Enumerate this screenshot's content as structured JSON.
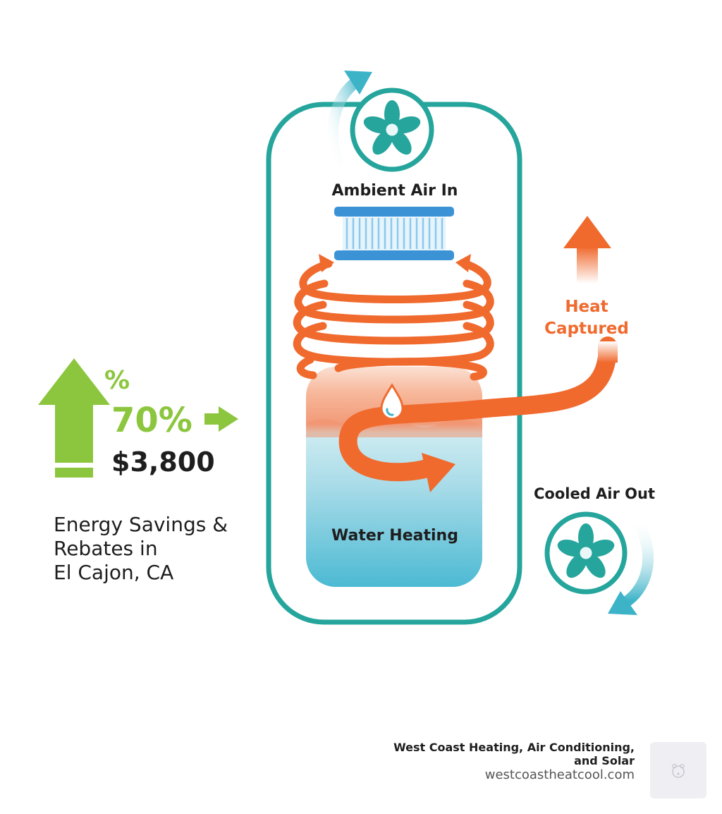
{
  "labels": {
    "ambient_air_in": "Ambient Air In",
    "heat_line1": "Heat",
    "heat_line2": "Captured",
    "cooled_air_out": "Cooled Air Out",
    "water_heating": "Water Heating"
  },
  "stats": {
    "percent_symbol": "%",
    "savings_percent": "70%",
    "rebate_amount": "$3,800",
    "caption_line1": "Energy Savings &",
    "caption_line2": "Rebates in",
    "caption_line3": "El Cajon, CA"
  },
  "footer": {
    "company": "West Coast Heating, Air Conditioning, and Solar",
    "website": "westcoastheatcool.com"
  },
  "colors": {
    "teal": "#25a59c",
    "orange": "#f06a2e",
    "green": "#8cc63e",
    "water": "#4cbad3",
    "filter": "#3b93d6"
  },
  "icons": {
    "top_fan": "fan-icon",
    "bottom_fan": "fan-icon",
    "water_drop": "water-drop-icon",
    "badge": "bear-logo-icon"
  }
}
